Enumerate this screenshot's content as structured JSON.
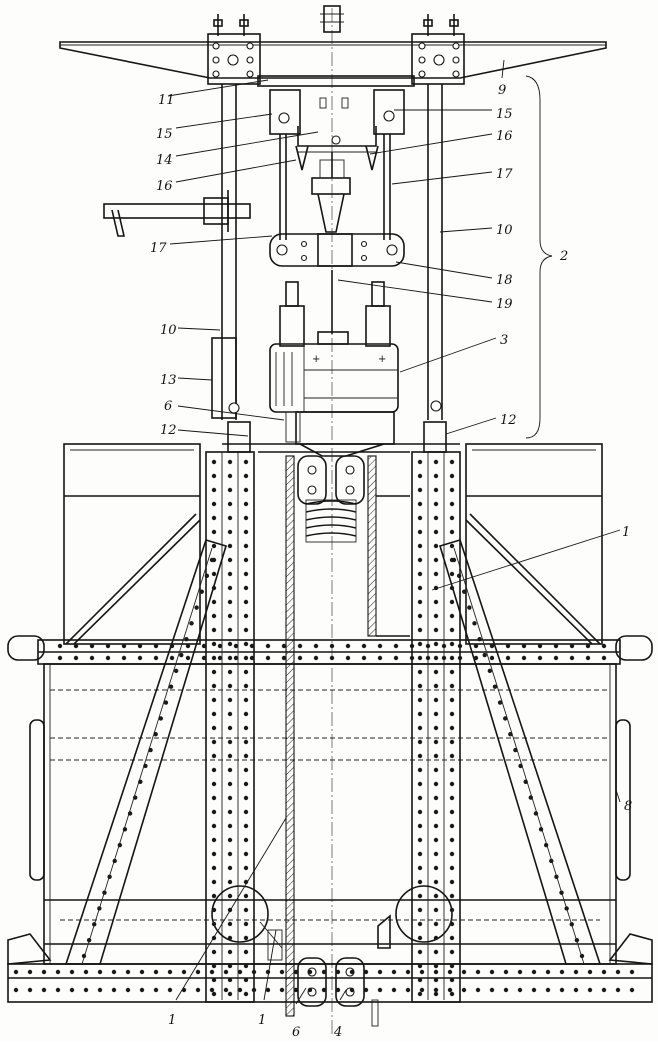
{
  "figure": {
    "callouts": [
      {
        "id": "c1a",
        "text": "1"
      },
      {
        "id": "c1b",
        "text": "1"
      },
      {
        "id": "c1c",
        "text": "1"
      },
      {
        "id": "c2",
        "text": "2"
      },
      {
        "id": "c3",
        "text": "3"
      },
      {
        "id": "c4",
        "text": "4"
      },
      {
        "id": "c6a",
        "text": "6"
      },
      {
        "id": "c6b",
        "text": "6"
      },
      {
        "id": "c8",
        "text": "8"
      },
      {
        "id": "c9",
        "text": "9"
      },
      {
        "id": "c10a",
        "text": "10"
      },
      {
        "id": "c10b",
        "text": "10"
      },
      {
        "id": "c11",
        "text": "11"
      },
      {
        "id": "c12a",
        "text": "12"
      },
      {
        "id": "c12b",
        "text": "12"
      },
      {
        "id": "c13",
        "text": "13"
      },
      {
        "id": "c14",
        "text": "14"
      },
      {
        "id": "c15a",
        "text": "15"
      },
      {
        "id": "c15b",
        "text": "15"
      },
      {
        "id": "c16a",
        "text": "16"
      },
      {
        "id": "c16b",
        "text": "16"
      },
      {
        "id": "c17a",
        "text": "17"
      },
      {
        "id": "c17b",
        "text": "17"
      },
      {
        "id": "c18",
        "text": "18"
      },
      {
        "id": "c19",
        "text": "19"
      }
    ]
  }
}
